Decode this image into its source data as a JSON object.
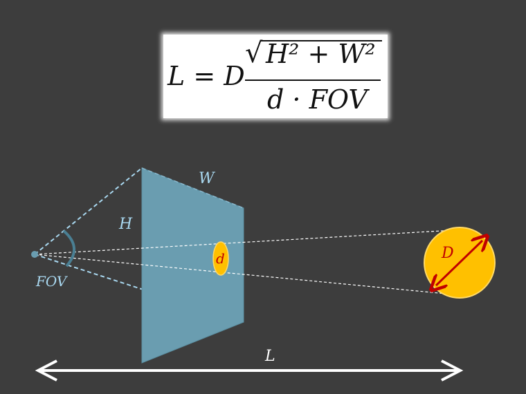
{
  "formula": {
    "lhs": "L = D",
    "numerator": "H² + W²",
    "denominator": "d · FOV"
  },
  "labels": {
    "w": "W",
    "h": "H",
    "fov": "FOV",
    "d_small": "d",
    "d_big": "D",
    "l": "L"
  },
  "colors": {
    "background": "#3d3d3d",
    "screen": "#6a9db0",
    "label_blue": "#a9d8f0",
    "sphere": "#ffc000",
    "sphere_text": "#c00000",
    "arrow_white": "#ffffff"
  }
}
